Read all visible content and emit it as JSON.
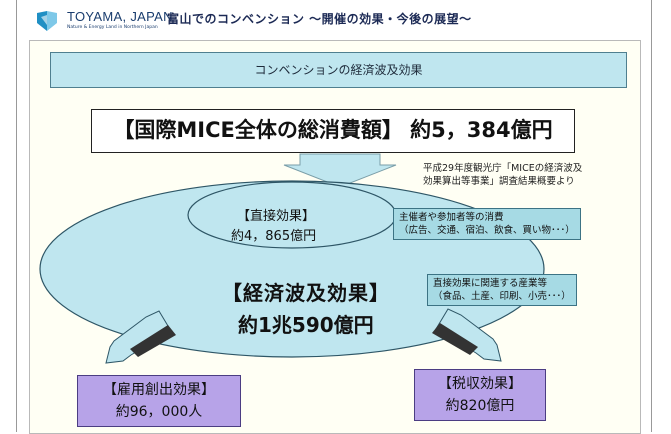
{
  "header": {
    "brand_name": "TOYAMA, JAPAN",
    "brand_tagline": "Nature & Energy Land in Northern Japan",
    "title": "富山でのコンベンション ～開催の効果・今後の展望～"
  },
  "slide": {
    "banner": "コンベンションの経済波及効果",
    "total": "【国際MICE全体の総消費額】 約5，384億円",
    "source_note": [
      "平成29年度観光庁「MICEの経済波及",
      "効果算出等事業」調査結果概要より"
    ],
    "direct_effect": {
      "title": "【直接効果】",
      "value": "約4，865億円",
      "note": [
        "主催者や参加者等の消費",
        "（広告、交通、宿泊、飲食、買い物･･･）"
      ]
    },
    "spillover_effect": {
      "title": "【経済波及効果】",
      "value": "約1兆590億円",
      "note": [
        "直接効果に関連する産業等",
        "（食品、土産、印刷、小売･･･）"
      ]
    },
    "employment_effect": {
      "title": "【雇用創出効果】",
      "value": "約96，000人"
    },
    "tax_effect": {
      "title": "【税収効果】",
      "value": "約820億円"
    }
  },
  "colors": {
    "banner": "#bfe6ef",
    "ellipse": "#bfe6ef",
    "note_box": "#a6dae4",
    "result_box": "#b7a3e8",
    "arrow": "#bfe6ef"
  }
}
